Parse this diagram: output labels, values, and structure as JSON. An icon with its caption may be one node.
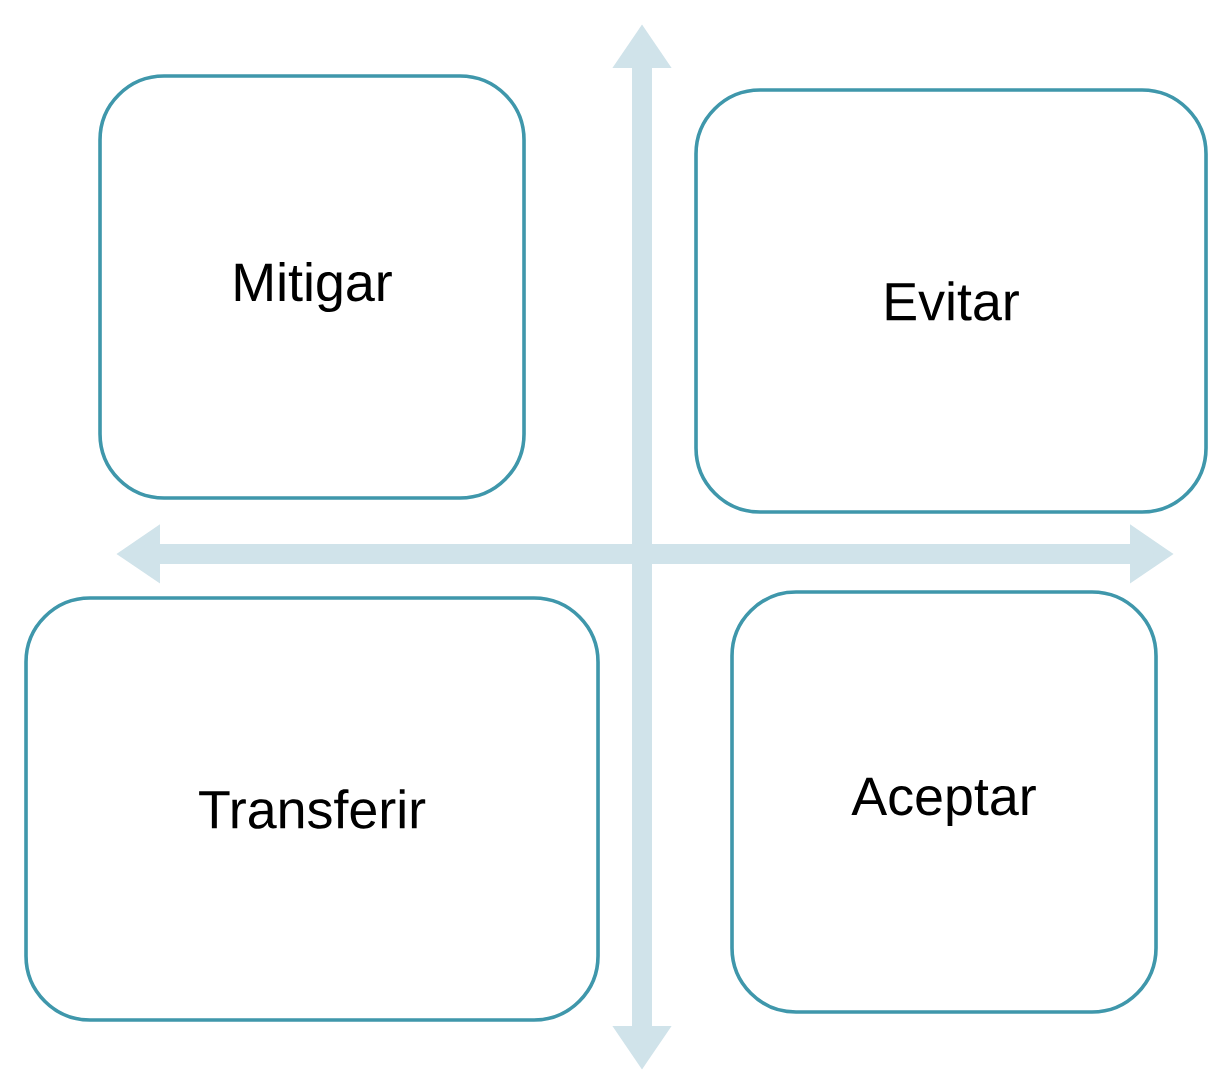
{
  "diagram": {
    "nodes": [
      {
        "text": [
          "Mitigar"
        ]
      },
      {
        "text": [
          "Evitar"
        ]
      },
      {
        "text": [
          "Transferir"
        ]
      },
      {
        "text": [
          "Aceptar"
        ]
      }
    ]
  }
}
